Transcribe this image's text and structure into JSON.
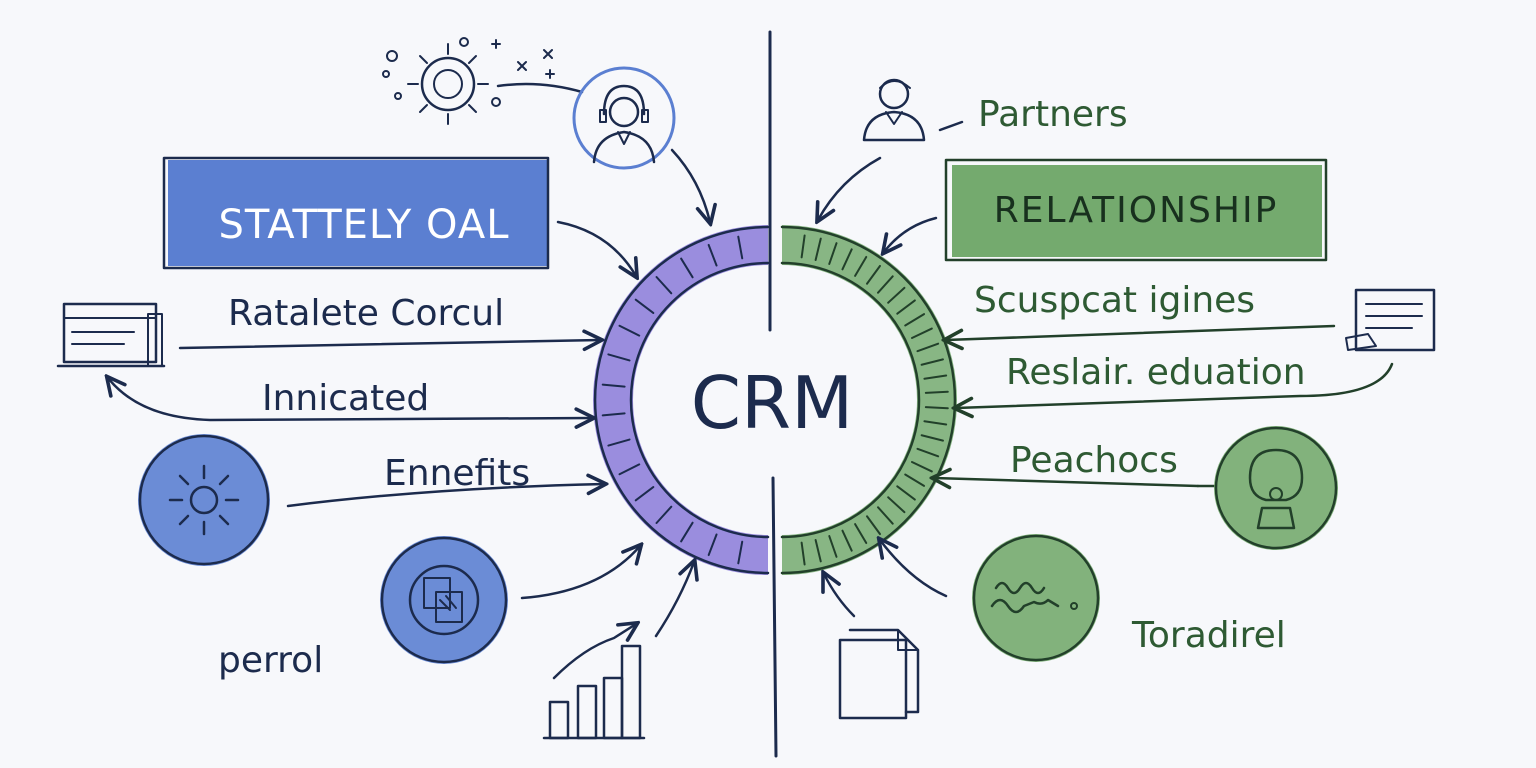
{
  "colors": {
    "ink": "#1c2b4d",
    "blue_accent": "#5b7fd1",
    "purple_accent": "#8a7ad8",
    "green_accent": "#74aa6e",
    "green_text": "#2e5a33"
  },
  "center": {
    "label": "CRM"
  },
  "left": {
    "box_title": "STATTELY OAL",
    "items": [
      {
        "label": "Ratalete Corcul"
      },
      {
        "label": "Innicated"
      },
      {
        "label": "Ennefits"
      },
      {
        "label": "perrol"
      }
    ]
  },
  "right": {
    "top_label": "Partners",
    "box_title": "RELATIONSHIP",
    "items": [
      {
        "label": "Scuspcat igines"
      },
      {
        "label": "Reslair. eduation"
      },
      {
        "label": "Peachocs"
      },
      {
        "label": "Toradirel"
      }
    ]
  },
  "icons": {
    "virus": "virus-icon",
    "headset_agent": "headset-agent-icon",
    "browser_window_left": "browser-window-icon",
    "sun_badge": "sun-icon",
    "document_badge": "document-icon",
    "bar_chart": "bar-chart-icon",
    "person_top_right": "person-icon",
    "browser_window_right": "hand-document-icon",
    "face_badge": "face-icon",
    "handwriting_badge": "handwriting-icon",
    "file_pages": "file-pages-icon"
  }
}
